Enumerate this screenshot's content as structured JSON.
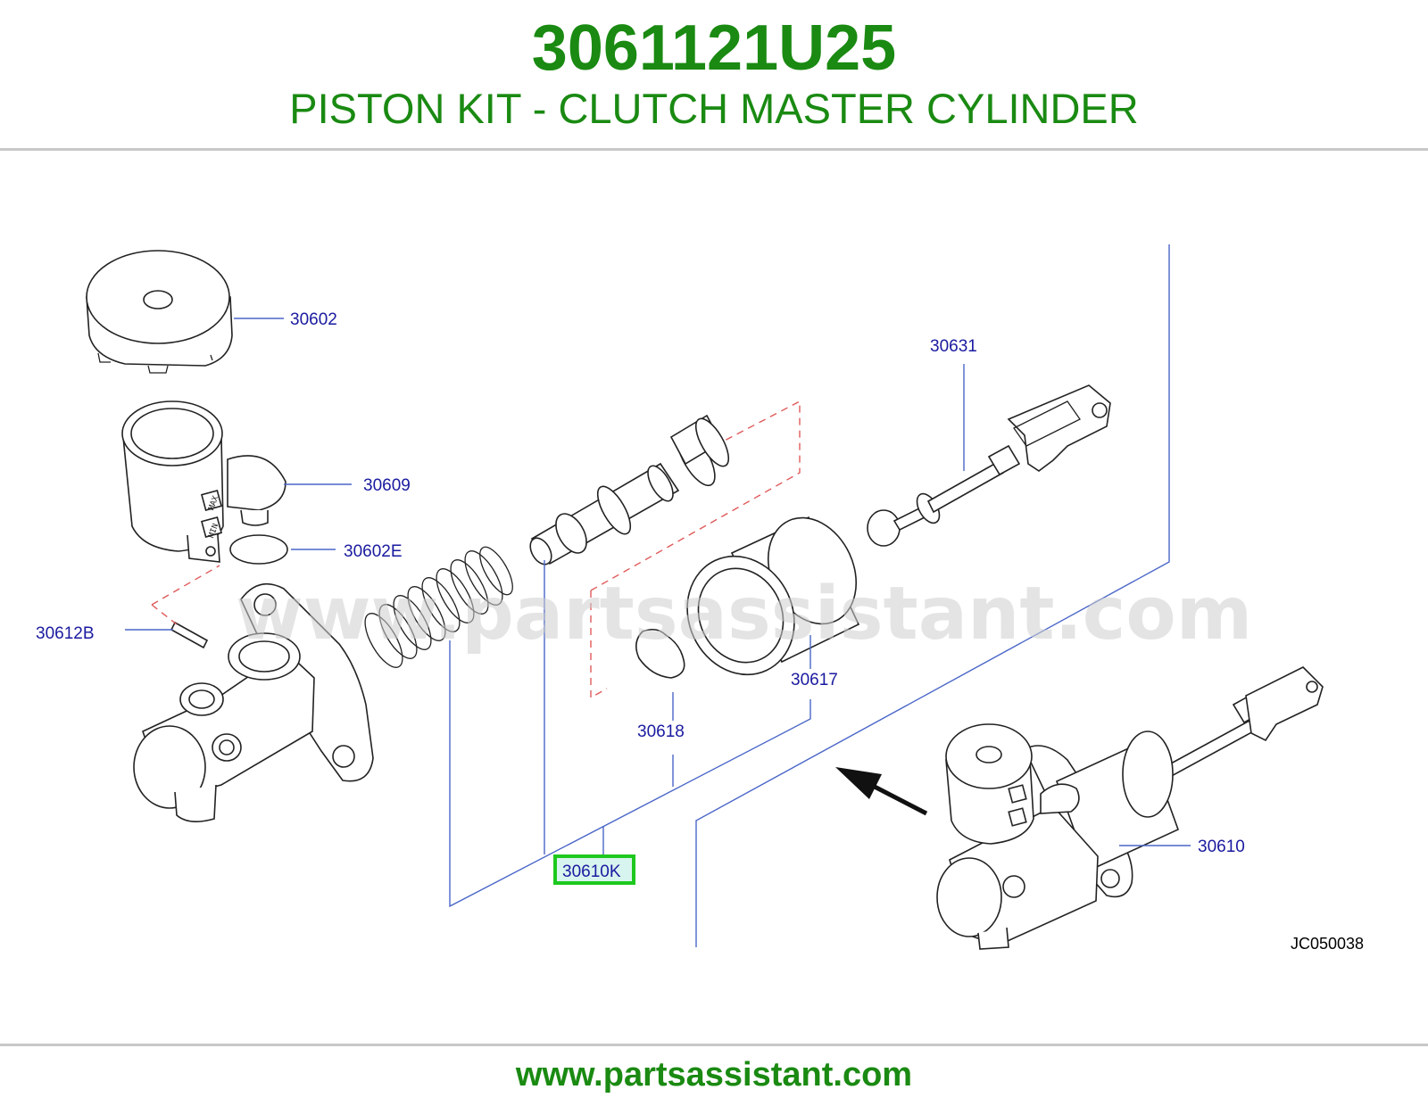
{
  "header": {
    "part_number": "3061121U25",
    "part_name": "PISTON KIT - CLUTCH MASTER CYLINDER"
  },
  "diagram": {
    "watermark": "www.partsassistant.com",
    "reference_code": "JC050038",
    "callouts": {
      "c30602": "30602",
      "c30609": "30609",
      "c30602E": "30602E",
      "c30612B": "30612B",
      "c30631": "30631",
      "c30617": "30617",
      "c30618": "30618",
      "c30610K": "30610K",
      "c30610": "30610"
    },
    "highlighted_callout": "30610K",
    "colors": {
      "title": "#1a8a12",
      "callout_text": "#1a1aa0",
      "leader_line": "#4a66c8",
      "highlight_border": "#1ec81e",
      "highlight_fill": "#d8f4ee",
      "dashed_line": "#e05a5a"
    }
  },
  "footer": {
    "url": "www.partsassistant.com"
  }
}
